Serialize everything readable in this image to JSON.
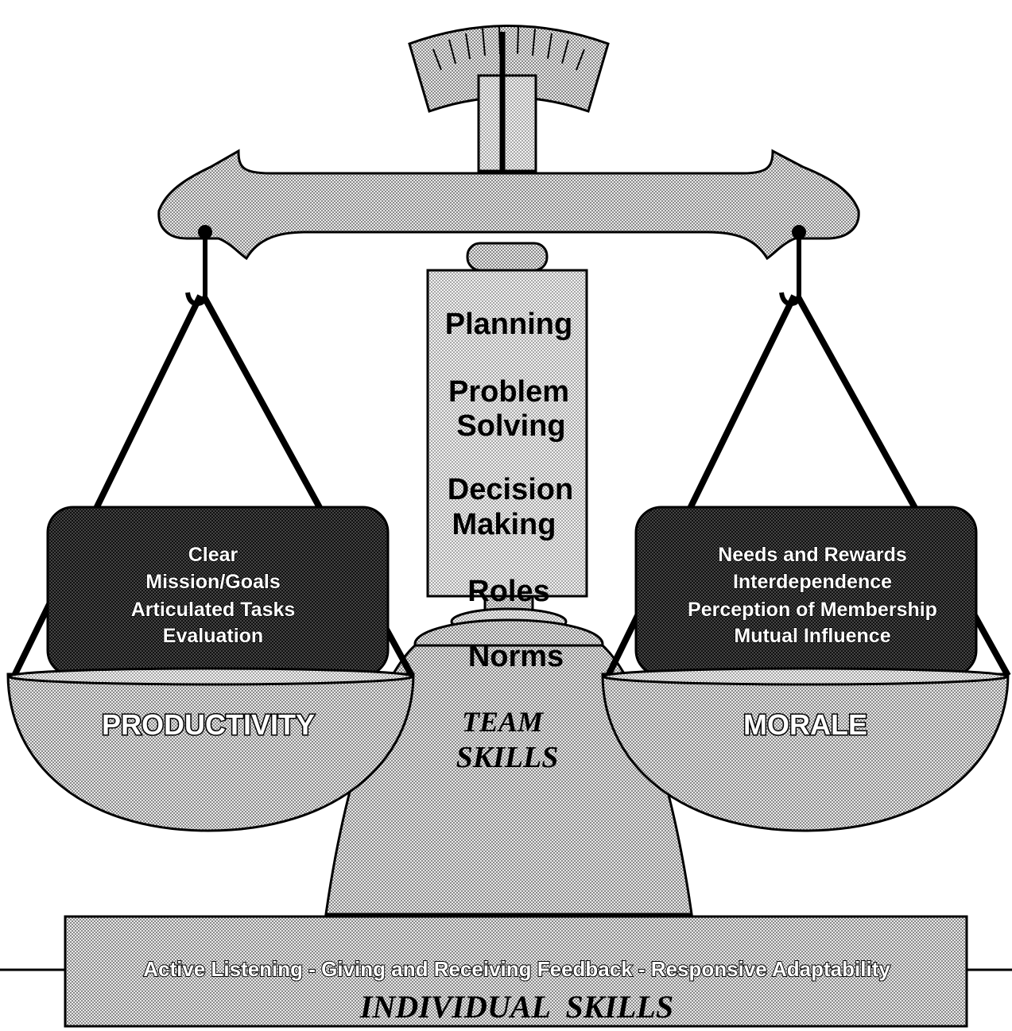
{
  "column": {
    "items": [
      "Planning",
      "Problem",
      "Solving",
      "Decision",
      "Making",
      "Roles",
      "Norms"
    ],
    "title_line1": "TEAM",
    "title_line2": "SKILLS"
  },
  "left_pan": {
    "box_lines": [
      "Clear",
      "Mission/Goals",
      "Articulated Tasks",
      "Evaluation"
    ],
    "label": "PRODUCTIVITY"
  },
  "right_pan": {
    "box_lines": [
      "Needs and Rewards",
      "Interdependence",
      "Perception of Membership",
      "Mutual Influence"
    ],
    "label": "MORALE"
  },
  "base": {
    "skills_line": "Active Listening - Giving and Receiving Feedback - Responsive Adaptability",
    "title": "INDIVIDUAL  SKILLS"
  }
}
